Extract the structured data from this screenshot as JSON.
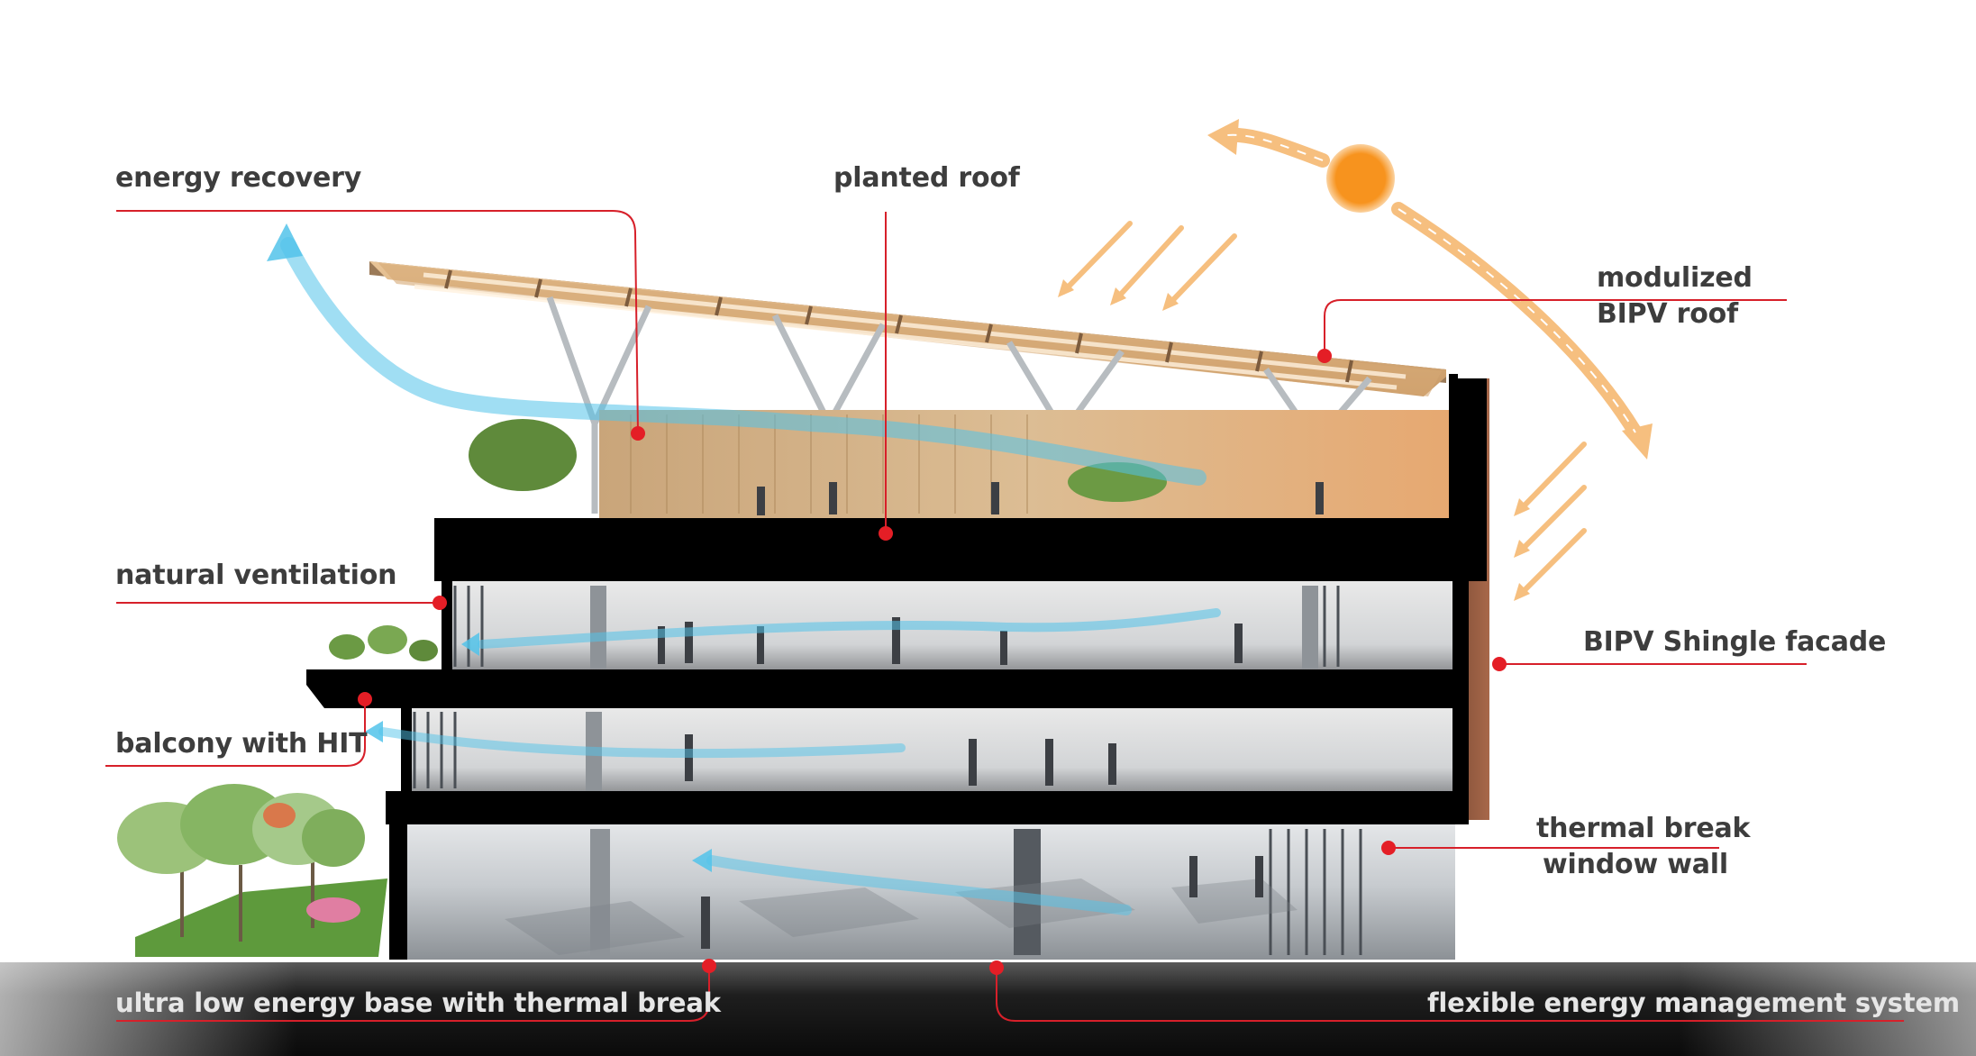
{
  "diagram": {
    "labels": {
      "energy_recovery": "energy recovery",
      "planted_roof": "planted roof",
      "modulized_bipv_roof": [
        "modulized",
        "BIPV roof"
      ],
      "natural_ventilation": "natural ventilation",
      "bipv_shingle_facade": "BIPV Shingle facade",
      "balcony_with_hit": "balcony with HIT",
      "thermal_break_window_wall": [
        "thermal break",
        "window wall"
      ],
      "ultra_low_energy_base": "ultra low energy base with  thermal break",
      "flexible_energy_management": "flexible energy management system"
    },
    "colors": {
      "leader_line": "#d7202a",
      "leader_dot": "#e41e26",
      "label_text": "#3d3d3d",
      "label_text_on_dark": "#e6e6e6",
      "airflow": "#52c3ea",
      "sun": "#f7931e",
      "sun_arrows": "#f6bf7f",
      "slab": "#000000",
      "roof_timber": "#d4a373"
    }
  }
}
